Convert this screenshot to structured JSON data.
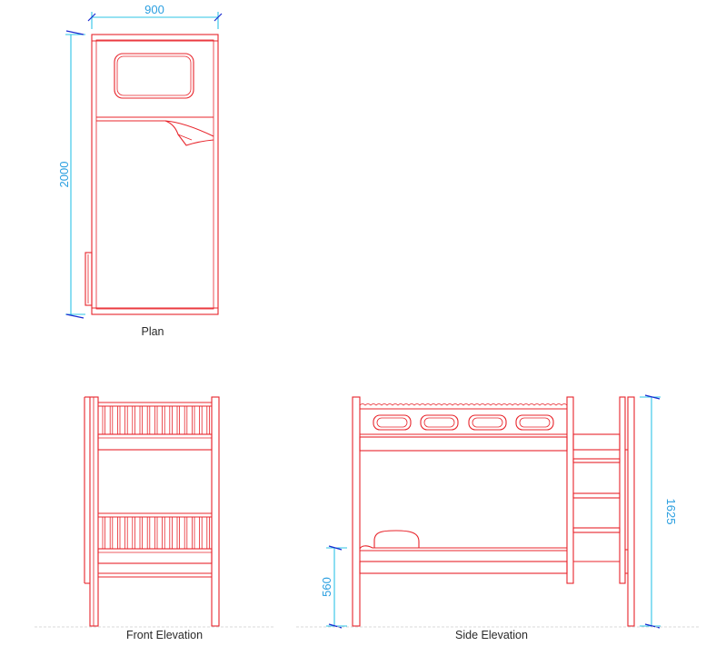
{
  "drawing": {
    "colors": {
      "outline": "#e8242b",
      "dimension": "#2ec4e6",
      "dim_tick": "#1a2bd1",
      "text": "#2a2a2a"
    },
    "views": {
      "plan": {
        "label": "Plan"
      },
      "front_elevation": {
        "label": "Front Elevation"
      },
      "side_elevation": {
        "label": "Side Elevation"
      }
    },
    "dimensions": {
      "plan_width": "900",
      "plan_length": "2000",
      "side_height": "1625",
      "lower_bunk_height": "560"
    }
  }
}
